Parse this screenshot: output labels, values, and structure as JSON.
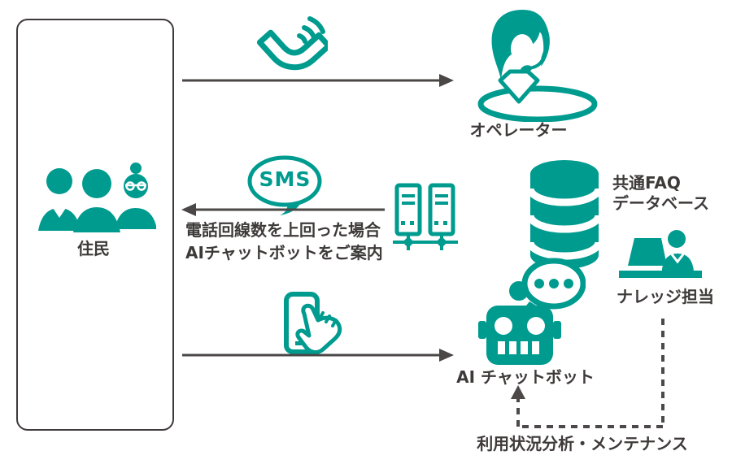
{
  "colors": {
    "teal": "#009B8F",
    "dark_text": "#3E3A39",
    "arrow": "#4A4746",
    "dashed_line": "#4C4948",
    "background": "#FFFFFF"
  },
  "residents": {
    "label": "住民"
  },
  "operator": {
    "label": "オペレーター"
  },
  "sms_channel": {
    "badge": "SMS",
    "note_line1": "電話回線数を上回った場合",
    "note_line2": "AIチャットボットをご案内"
  },
  "faq_database": {
    "label_line1": "共通FAQ",
    "label_line2": "データベース"
  },
  "knowledge_staff": {
    "label": "ナレッジ担当"
  },
  "chatbot": {
    "label": "AI チャットボット"
  },
  "maintenance": {
    "label": "利用状況分析・メンテナンス"
  },
  "icons": {
    "residents": "people-group-icon",
    "phone": "ringing-phone-icon",
    "operator": "operator-headset-icon",
    "sms": "sms-speech-bubble-icon",
    "servers": "server-cluster-icon",
    "database": "database-icon",
    "knowledge": "person-at-laptop-icon",
    "chatbot": "robot-chat-icon",
    "smartphone": "smartphone-tap-icon"
  }
}
